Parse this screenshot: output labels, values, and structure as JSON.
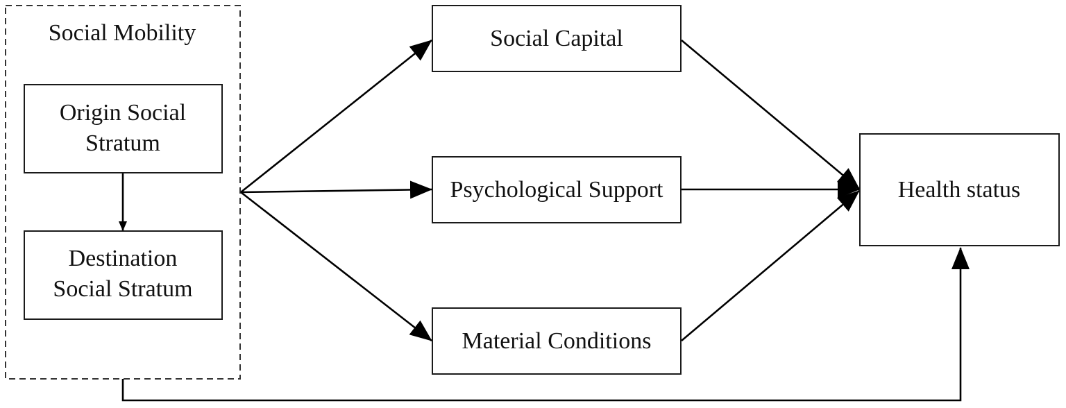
{
  "diagram": {
    "group": {
      "title": "Social Mobility"
    },
    "nodes": {
      "origin": {
        "line1": "Origin Social",
        "line2": "Stratum"
      },
      "destination": {
        "line1": "Destination",
        "line2": "Social Stratum"
      },
      "social_capital": {
        "label": "Social Capital"
      },
      "psychological_support": {
        "label": "Psychological Support"
      },
      "material_conditions": {
        "label": "Material Conditions"
      },
      "health_status": {
        "label": "Health status"
      }
    },
    "edges": [
      {
        "from": "Origin Social Stratum",
        "to": "Destination Social Stratum"
      },
      {
        "from": "Social Mobility",
        "to": "Social Capital"
      },
      {
        "from": "Social Mobility",
        "to": "Psychological Support"
      },
      {
        "from": "Social Mobility",
        "to": "Material Conditions"
      },
      {
        "from": "Social Capital",
        "to": "Health status"
      },
      {
        "from": "Psychological Support",
        "to": "Health status"
      },
      {
        "from": "Material Conditions",
        "to": "Health status"
      },
      {
        "from": "Social Mobility",
        "to": "Health status"
      }
    ]
  }
}
